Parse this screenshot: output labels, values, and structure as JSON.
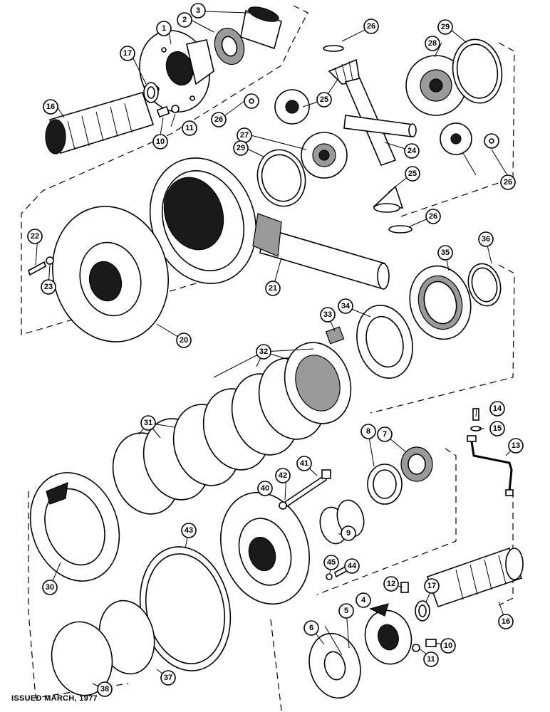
{
  "footer": {
    "issued": "ISSUED MARCH, 1977"
  },
  "callouts": {
    "1": "1",
    "2": "2",
    "3": "3",
    "4": "4",
    "5": "5",
    "6": "6",
    "7": "7",
    "8": "8",
    "9": "9",
    "10a": "10",
    "10b": "10",
    "11a": "11",
    "11b": "11",
    "12": "12",
    "13": "13",
    "14": "14",
    "15": "15",
    "16a": "16",
    "16b": "16",
    "17a": "17",
    "17b": "17",
    "20": "20",
    "21": "21",
    "22": "22",
    "23": "23",
    "24": "24",
    "25a": "25",
    "25b": "25",
    "26a": "26",
    "26b": "26",
    "26c": "26",
    "26d": "26",
    "27": "27",
    "28": "28",
    "29a": "29",
    "29b": "29",
    "30": "30",
    "31": "31",
    "32": "32",
    "33": "33",
    "34": "34",
    "35": "35",
    "36": "36",
    "37": "37",
    "38": "38",
    "40": "40",
    "41": "41",
    "42": "42",
    "43": "43",
    "44": "44",
    "45": "45"
  }
}
